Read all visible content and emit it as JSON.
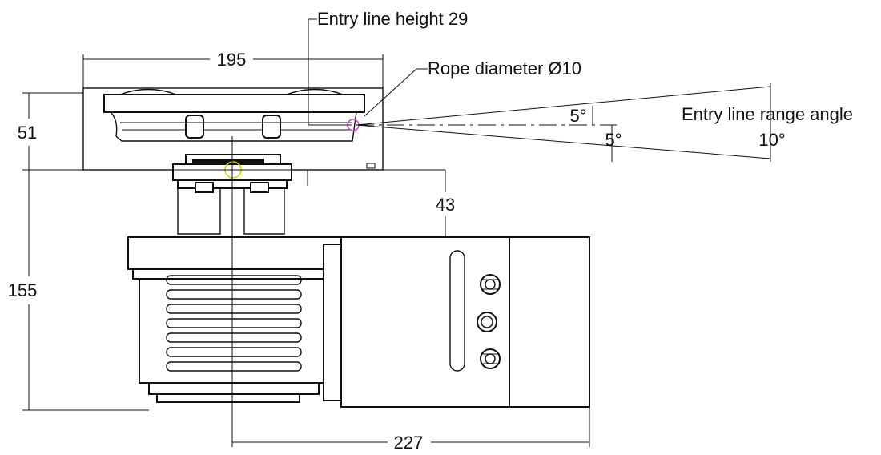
{
  "labels": {
    "entry_line_height": "Entry line height 29",
    "rope_diameter": "Rope diameter Ø10",
    "entry_line_range_angle": "Entry line range angle",
    "angle_total": "10°",
    "angle_upper": "5°",
    "angle_lower": "5°"
  },
  "dimensions": {
    "width_top": "195",
    "height_top": "51",
    "height_total": "155",
    "offset_motor": "43",
    "length_bottom": "227"
  },
  "colors": {
    "line": "#111111",
    "rope_marker": "#d24bd2",
    "center_marker": "#d8d800"
  }
}
